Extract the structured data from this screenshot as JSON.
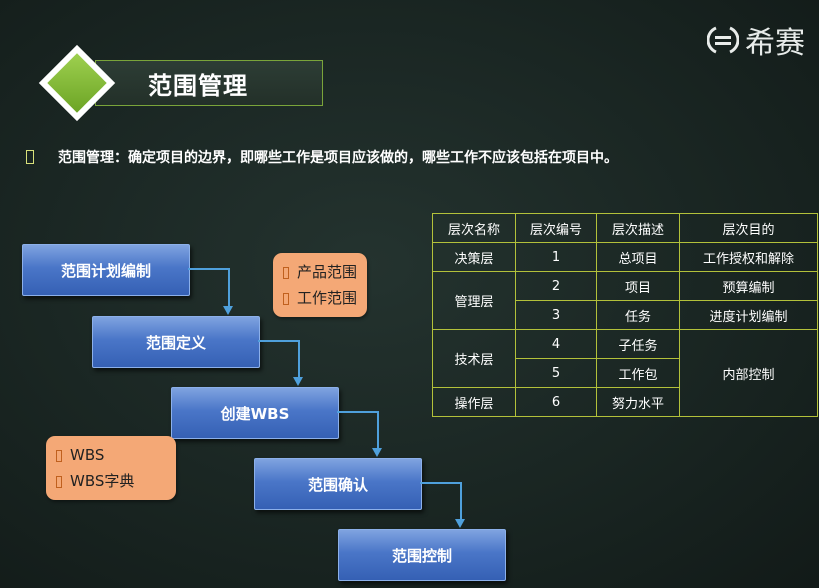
{
  "logo": {
    "text": "希赛",
    "mark": "ε-circle-logo"
  },
  "title": "范围管理",
  "bullet": "范围管理：确定项目的边界，即哪些工作是项目应该做的，哪些工作不应该包括在项目中。",
  "steps": [
    "范围计划编制",
    "范围定义",
    "创建WBS",
    "范围确认",
    "范围控制"
  ],
  "notes": {
    "scope": [
      "产品范围",
      "工作范围"
    ],
    "wbs": [
      "WBS",
      "WBS字典"
    ]
  },
  "table": {
    "headers": [
      "层次名称",
      "层次编号",
      "层次描述",
      "层次目的"
    ],
    "groups": {
      "decision": "决策层",
      "management": "管理层",
      "technical": "技术层",
      "operation": "操作层"
    },
    "rows": [
      {
        "num": "1",
        "desc": "总项目",
        "purpose": "工作授权和解除"
      },
      {
        "num": "2",
        "desc": "项目",
        "purpose": "预算编制"
      },
      {
        "num": "3",
        "desc": "任务",
        "purpose": "进度计划编制"
      },
      {
        "num": "4",
        "desc": "子任务",
        "purpose": "内部控制"
      },
      {
        "num": "5",
        "desc": "工作包"
      },
      {
        "num": "6",
        "desc": "努力水平"
      }
    ]
  },
  "colors": {
    "accent": "#7aa43a",
    "step_blue": "#4a76c8",
    "note_orange": "#f4a876",
    "table_border": "#b3c13a"
  }
}
